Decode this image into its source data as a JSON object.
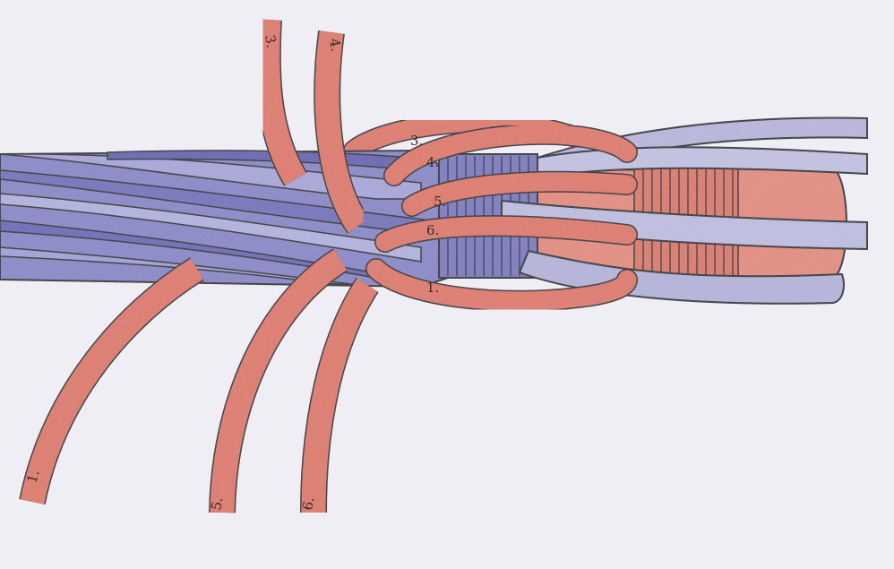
{
  "diagram": {
    "colors": {
      "blue_strand": "#7f7fc4",
      "blue_strand_dark": "#5f5fae",
      "pale_strand": "#b9b8de",
      "red_strand": "#e07a6c",
      "outline": "#2b2b33",
      "paper": "#efeef4"
    },
    "strand_labels": {
      "top_3": "3.",
      "top_4": "4.",
      "mid_3": "3.",
      "mid_4": "4.",
      "mid_5": "5.",
      "mid_6": "6.",
      "mid_1": "1.",
      "bottom_1": "1.",
      "bottom_5": "5.",
      "bottom_6": "6."
    }
  }
}
